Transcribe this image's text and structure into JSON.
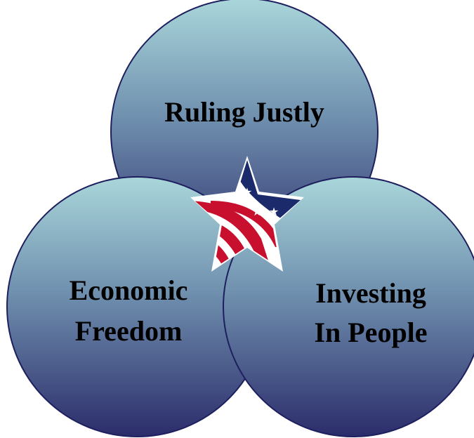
{
  "circles": {
    "top": {
      "label": "Ruling Justly"
    },
    "left": {
      "lines": [
        "Economic",
        "Freedom"
      ]
    },
    "right": {
      "lines": [
        "Investing",
        "In People"
      ]
    }
  },
  "colors": {
    "gradient_top": "#a9d6da",
    "gradient_bottom": "#2b2c6a",
    "outline": "#1d1f5e",
    "star_blue": "#1b2a6b",
    "star_red": "#c8102e",
    "star_white": "#ffffff"
  },
  "icons": [
    "flag-star-icon"
  ]
}
